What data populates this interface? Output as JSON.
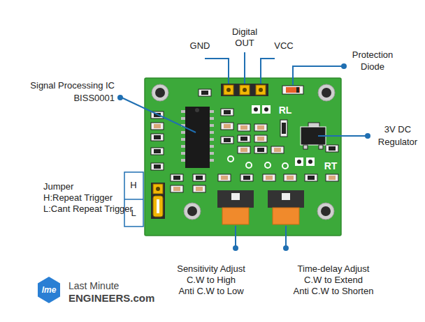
{
  "diagram": {
    "labels": [
      "GND",
      "Digital OUT",
      "VCC",
      "Protection Diode",
      "Signal Processing IC BISS0001",
      "RL",
      "3V DC Regulator",
      "RT",
      "Jumper H:Repeat Trigger L:Cant Repeat Trigger",
      "H",
      "L",
      "Sensitivity Adjust C.W to High Anti C.W to Low",
      "Time-delay Adjust C.W to Extend Anti C.W to Shorten",
      "lme",
      "Last Minute",
      "ENGINEERS.com"
    ]
  }
}
